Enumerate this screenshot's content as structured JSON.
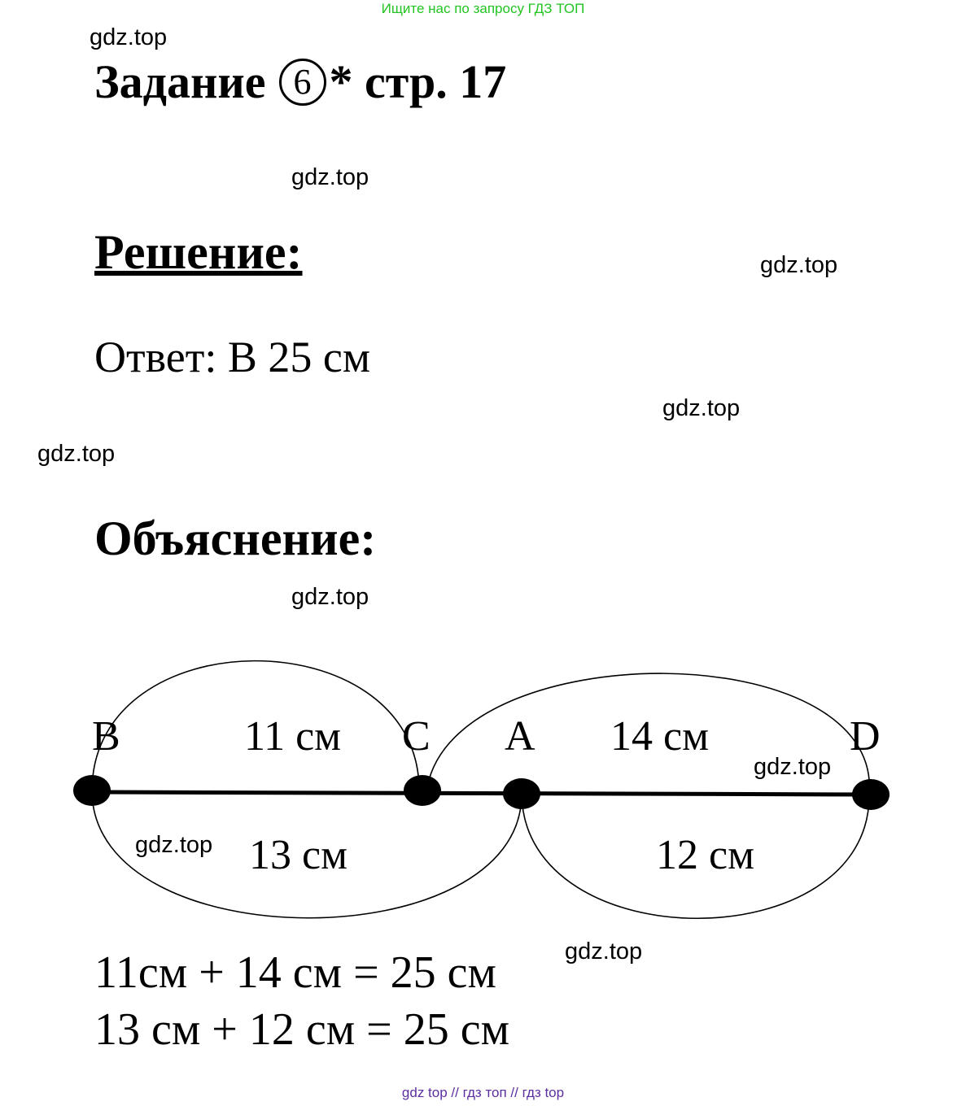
{
  "banner": "Ищите нас по запросу ГДЗ ТОП",
  "watermark": "gdz.top",
  "title": {
    "prefix": "Задание",
    "number": "6",
    "suffix": "* стр. 17"
  },
  "solution_heading": "Решение:",
  "answer": "Ответ: В 25 см",
  "explanation_heading": "Объяснение:",
  "diagram": {
    "points": [
      "B",
      "C",
      "A",
      "D"
    ],
    "arcs": {
      "BC": "11 см",
      "CD": "14 см",
      "BA": "13 см",
      "AD": "12 см"
    }
  },
  "formulas": [
    "11см + 14 см = 25 см",
    "13 см + 12 см = 25 см"
  ],
  "footer": "gdz top  //  гдз топ  //  гдз top"
}
